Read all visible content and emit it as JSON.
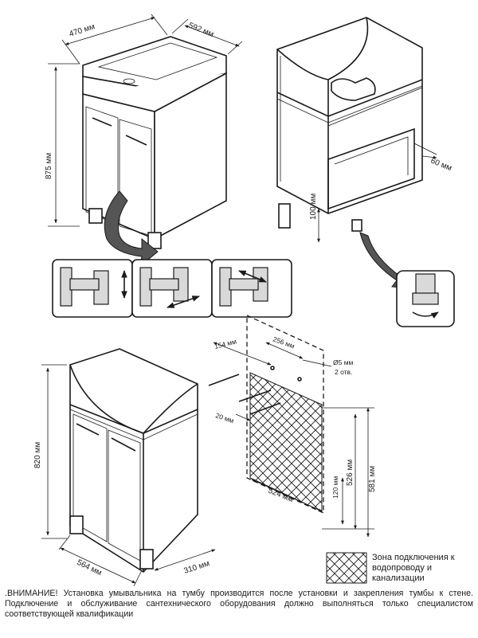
{
  "dimensions": {
    "top_depth": "470 мм",
    "top_width": "592 мм",
    "top_height": "875 мм",
    "right_leg": "100 мм",
    "right_offset": "60 мм",
    "bottom_height": "820 мм",
    "bottom_width": "564 мм",
    "bottom_depth": "310 мм",
    "zone_154": "154 мм",
    "zone_256": "256 мм",
    "hole_diam": "Ø5 мм",
    "hole_count": "2 отв.",
    "zone_20": "20 мм",
    "zone_524": "524 мм",
    "zone_120": "120 мм",
    "zone_526": "526 мм",
    "zone_581": "581 мм"
  },
  "legend": {
    "label": "Зона подключения к водопроводу и канализации"
  },
  "warning": ".ВНИМАНИЕ! Установка умывальника на тумбу производится после установки и закрепления тумбы к стене. Подключение и обслуживание сантехнического оборудования должно выполняться только специалистом соответствующей квалификации"
}
